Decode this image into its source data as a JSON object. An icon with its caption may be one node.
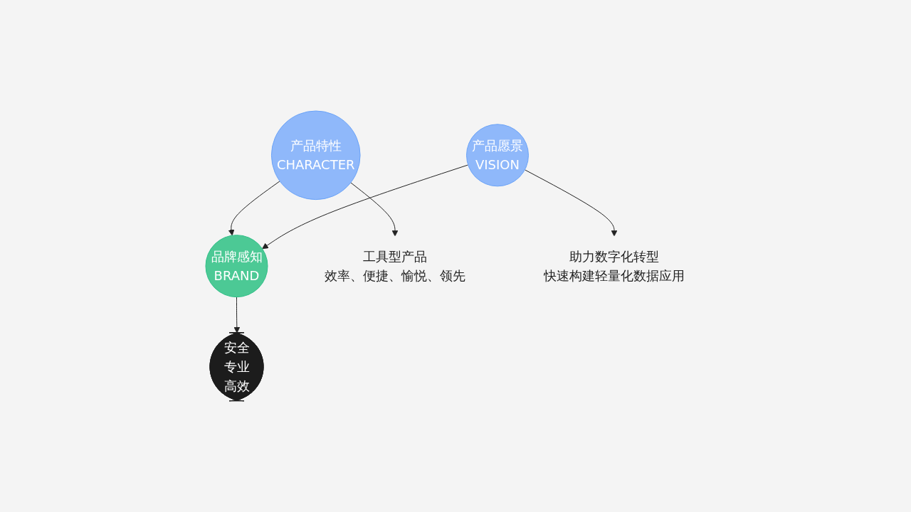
{
  "diagram": {
    "nodes": [
      {
        "text": [
          "产品特性",
          "CHARACTER"
        ]
      },
      {
        "text": [
          "品牌感知",
          "BRAND"
        ]
      },
      {
        "text": [
          "产品愿景",
          "VISION"
        ]
      },
      {
        "text": [
          "工具型产品",
          "效率、便捷、愉悦、领先"
        ]
      },
      {
        "text": [
          "安全",
          "专业",
          "高效"
        ]
      },
      {
        "text": [
          "助力数字化转型",
          "快速构建轻量化数据应用"
        ]
      }
    ],
    "edges": [
      {
        "from": 0,
        "to": 1,
        "arrow": "to"
      },
      {
        "from": 2,
        "to": 1,
        "arrow": "to"
      },
      {
        "from": 0,
        "to": 3,
        "arrow": "to"
      },
      {
        "from": 1,
        "to": 4,
        "arrow": "to"
      },
      {
        "from": 2,
        "to": 5,
        "arrow": "to"
      }
    ]
  }
}
